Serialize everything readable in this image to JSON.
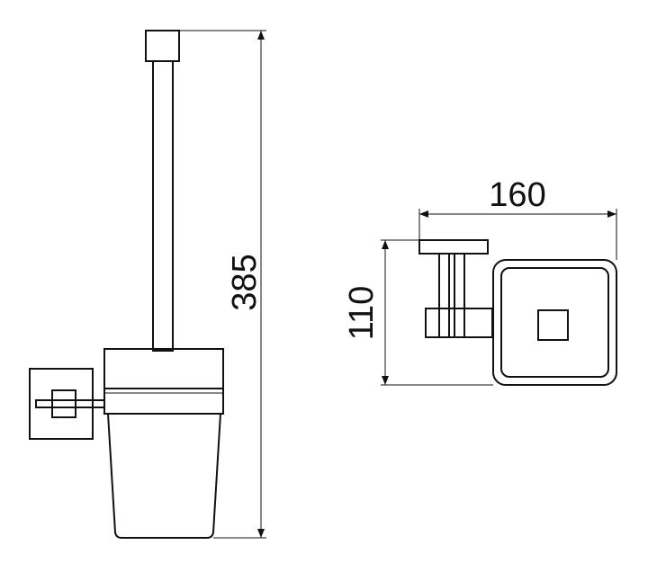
{
  "dimensions": {
    "height_total": "385",
    "width_side": "160",
    "height_side": "110"
  }
}
